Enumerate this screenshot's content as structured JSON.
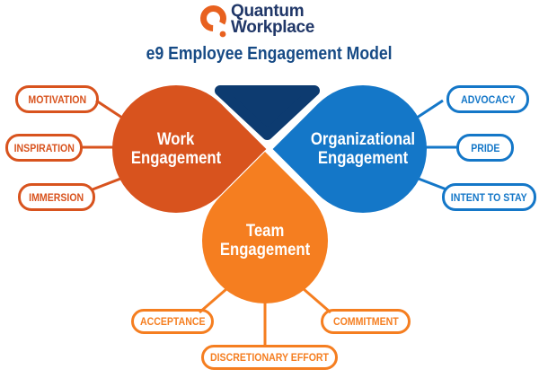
{
  "logo": {
    "name": "Quantum Workplace",
    "line1": "Quantum",
    "line2": "Workplace"
  },
  "title": "e9 Employee Engagement Model",
  "colors": {
    "work_orange": "#D8531E",
    "team_orange": "#F57E20",
    "org_blue": "#1477C8",
    "navy": "#0D3B70",
    "logo_navy": "#203768",
    "logo_orange": "#E8611F",
    "title_blue": "#164A85",
    "label_white": "#FFFFFF"
  },
  "petals": {
    "work": {
      "line1": "Work",
      "line2": "Engagement"
    },
    "organizational": {
      "line1": "Organizational",
      "line2": "Engagement"
    },
    "team": {
      "line1": "Team",
      "line2": "Engagement"
    }
  },
  "pills": {
    "left": [
      {
        "label": "MOTIVATION"
      },
      {
        "label": "INSPIRATION"
      },
      {
        "label": "IMMERSION"
      }
    ],
    "right": [
      {
        "label": "ADVOCACY"
      },
      {
        "label": "PRIDE"
      },
      {
        "label": "INTENT TO STAY"
      }
    ],
    "bottom": [
      {
        "label": "ACCEPTANCE"
      },
      {
        "label": "COMMITMENT"
      },
      {
        "label": "DISCRETIONARY EFFORT"
      }
    ]
  }
}
